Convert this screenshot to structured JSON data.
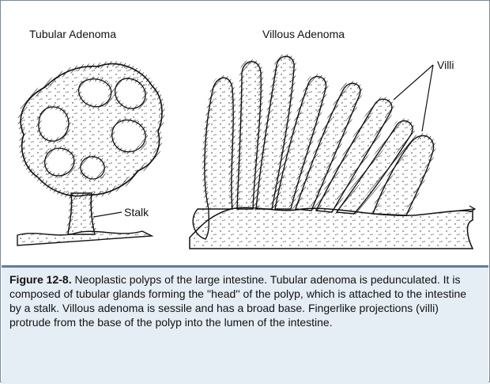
{
  "figure": {
    "labels": {
      "tubular_title": "Tubular Adenoma",
      "villous_title": "Villous Adenoma",
      "villi": "Villi",
      "stalk": "Stalk"
    },
    "caption": {
      "number": "Figure 12-8.",
      "text": " Neoplastic polyps of the large intestine. Tubular adenoma is pedunculated. It is composed of tubular glands forming the ''head'' of the polyp, which is attached to the intestine by a stalk. Villous adenoma is sessile and has a broad base. Fingerlike projections (villi) protrude from the base of the polyp into the lumen of the intestine."
    }
  },
  "colors": {
    "caption_background": "#e5eef5",
    "caption_rule": "#5b7f9e",
    "frame_border": "#7a8b99",
    "ink": "#111111"
  }
}
